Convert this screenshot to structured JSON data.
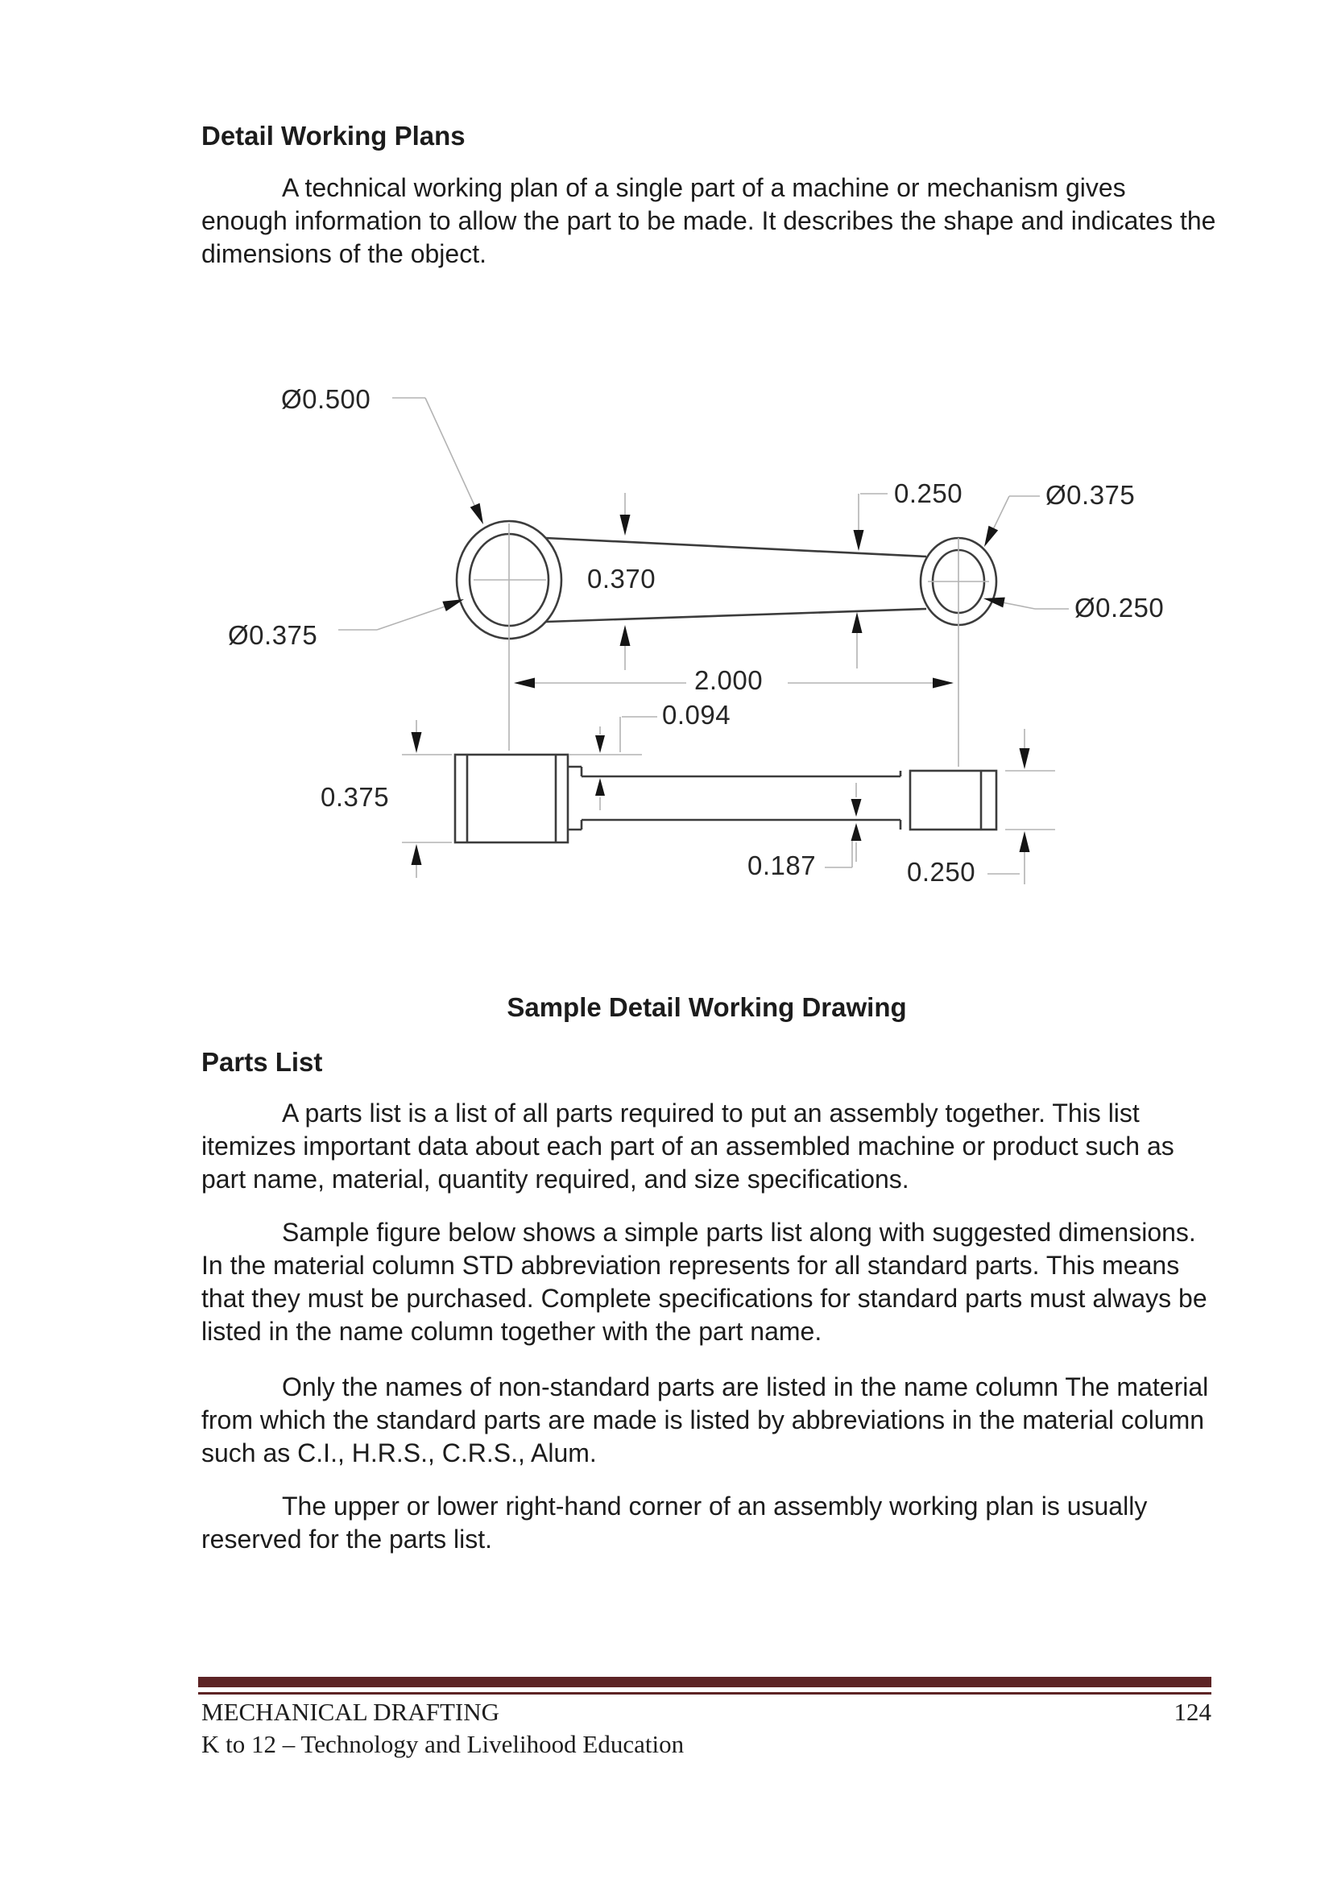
{
  "document": {
    "heading_detail": "Detail Working Plans",
    "para_intro": "A technical working plan of a single part of a machine or mechanism gives enough information to allow the part to be made.  It describes the shape and indicates the dimensions of the object.",
    "figure_caption": "Sample Detail Working Drawing",
    "heading_parts": "Parts List",
    "para_parts_1": "A parts list is a list of all parts required to put an assembly together.  This list itemizes important data about each part of an assembled machine or product such as part name, material, quantity required, and size specifications.",
    "para_parts_2": "Sample figure below shows a simple parts list along with suggested dimensions.  In the material column STD abbreviation represents for all standard parts.  This means that they must be purchased.  Complete specifications for standard parts must always be listed in the name column together with the part name.",
    "para_parts_3": "Only the names of non-standard parts are listed in the name column The material from which the standard parts are made is listed by abbreviations in the material column such as C.I., H.R.S., C.R.S., Alum.",
    "para_parts_4": "The upper or lower right-hand corner of an assembly working plan is usually reserved for the parts list."
  },
  "drawing": {
    "labels": [
      {
        "id": "dia-outer-left",
        "text": "Ø0.500"
      },
      {
        "id": "dia-bore-left",
        "text": "Ø0.375"
      },
      {
        "id": "width-left",
        "text": "0.370"
      },
      {
        "id": "width-right",
        "text": "0.250"
      },
      {
        "id": "dia-outer-right",
        "text": "Ø0.375"
      },
      {
        "id": "dia-bore-right",
        "text": "Ø0.250"
      },
      {
        "id": "length",
        "text": "2.000"
      },
      {
        "id": "step",
        "text": "0.094"
      },
      {
        "id": "side-left-height",
        "text": "0.375"
      },
      {
        "id": "side-bar-height",
        "text": "0.187"
      },
      {
        "id": "side-right-height",
        "text": "0.250"
      }
    ]
  },
  "footer": {
    "title": "MECHANICAL DRAFTING",
    "page_number": "124",
    "subtitle": "K to 12 – Technology and Livelihood Education",
    "rule_color": "#5d2425"
  }
}
